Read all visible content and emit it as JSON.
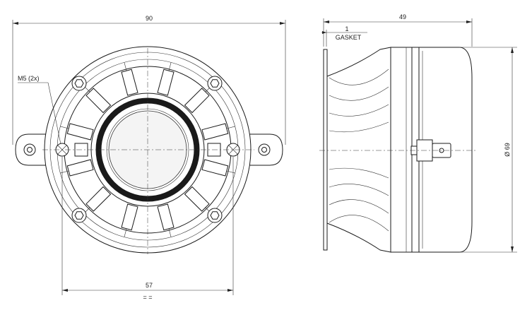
{
  "front_view": {
    "width_dim": "90",
    "bolt_spacing_dim": "57",
    "equal_marks": "=   =",
    "thread_callout": "M5 (2x)"
  },
  "side_view": {
    "depth_dim": "49",
    "gasket_thickness": "1",
    "gasket_label": "GASKET",
    "diameter_dim": "Ø 69"
  }
}
